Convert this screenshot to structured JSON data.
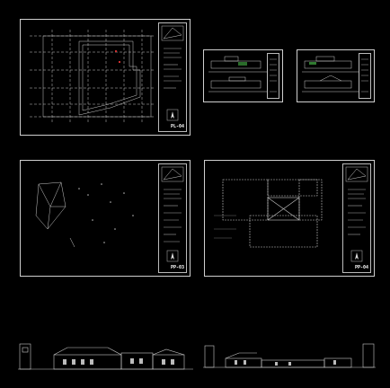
{
  "sheets": [
    {
      "id": "sheet-1",
      "code": "PL-04"
    },
    {
      "id": "sheet-2",
      "code": ""
    },
    {
      "id": "sheet-3",
      "code": ""
    },
    {
      "id": "sheet-4",
      "code": "PP-03"
    },
    {
      "id": "sheet-5",
      "code": "PP-04"
    }
  ],
  "colors": {
    "background": "#000000",
    "frame": "#cfcfcf",
    "line": "#c8c8c8",
    "accent_red": "#d03030",
    "accent_green": "#3c9a3c"
  }
}
